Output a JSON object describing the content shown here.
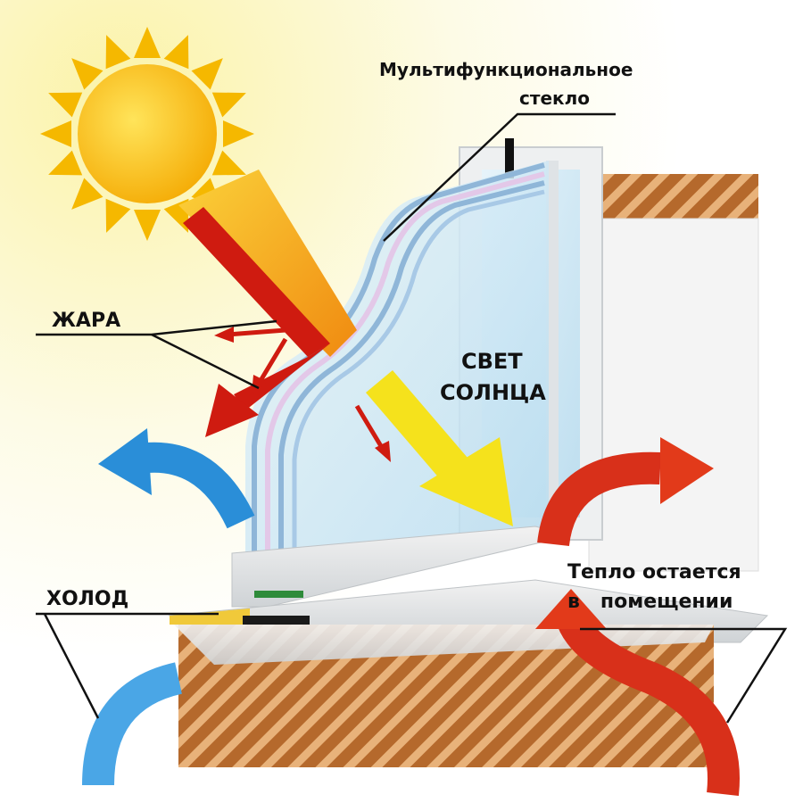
{
  "labels": {
    "glass_line1": "Мультифункциональное",
    "glass_line2": "стекло",
    "heat": "ЖАРА",
    "sunlight_line1": "СВЕТ",
    "sunlight_line2": "СОЛНЦА",
    "cold": "ХОЛОД",
    "warm_line1": "Тепло остается",
    "warm_line2": "в   помещении"
  },
  "colors": {
    "sun": "#f7b500",
    "heat_arrow": "#d11a10",
    "sun_beam": "#f59a1a",
    "light_arrow": "#f6e21a",
    "cold_arrow": "#2a8ed8",
    "warm_arrow": "#d8301a",
    "brick": "#b86a2a"
  }
}
